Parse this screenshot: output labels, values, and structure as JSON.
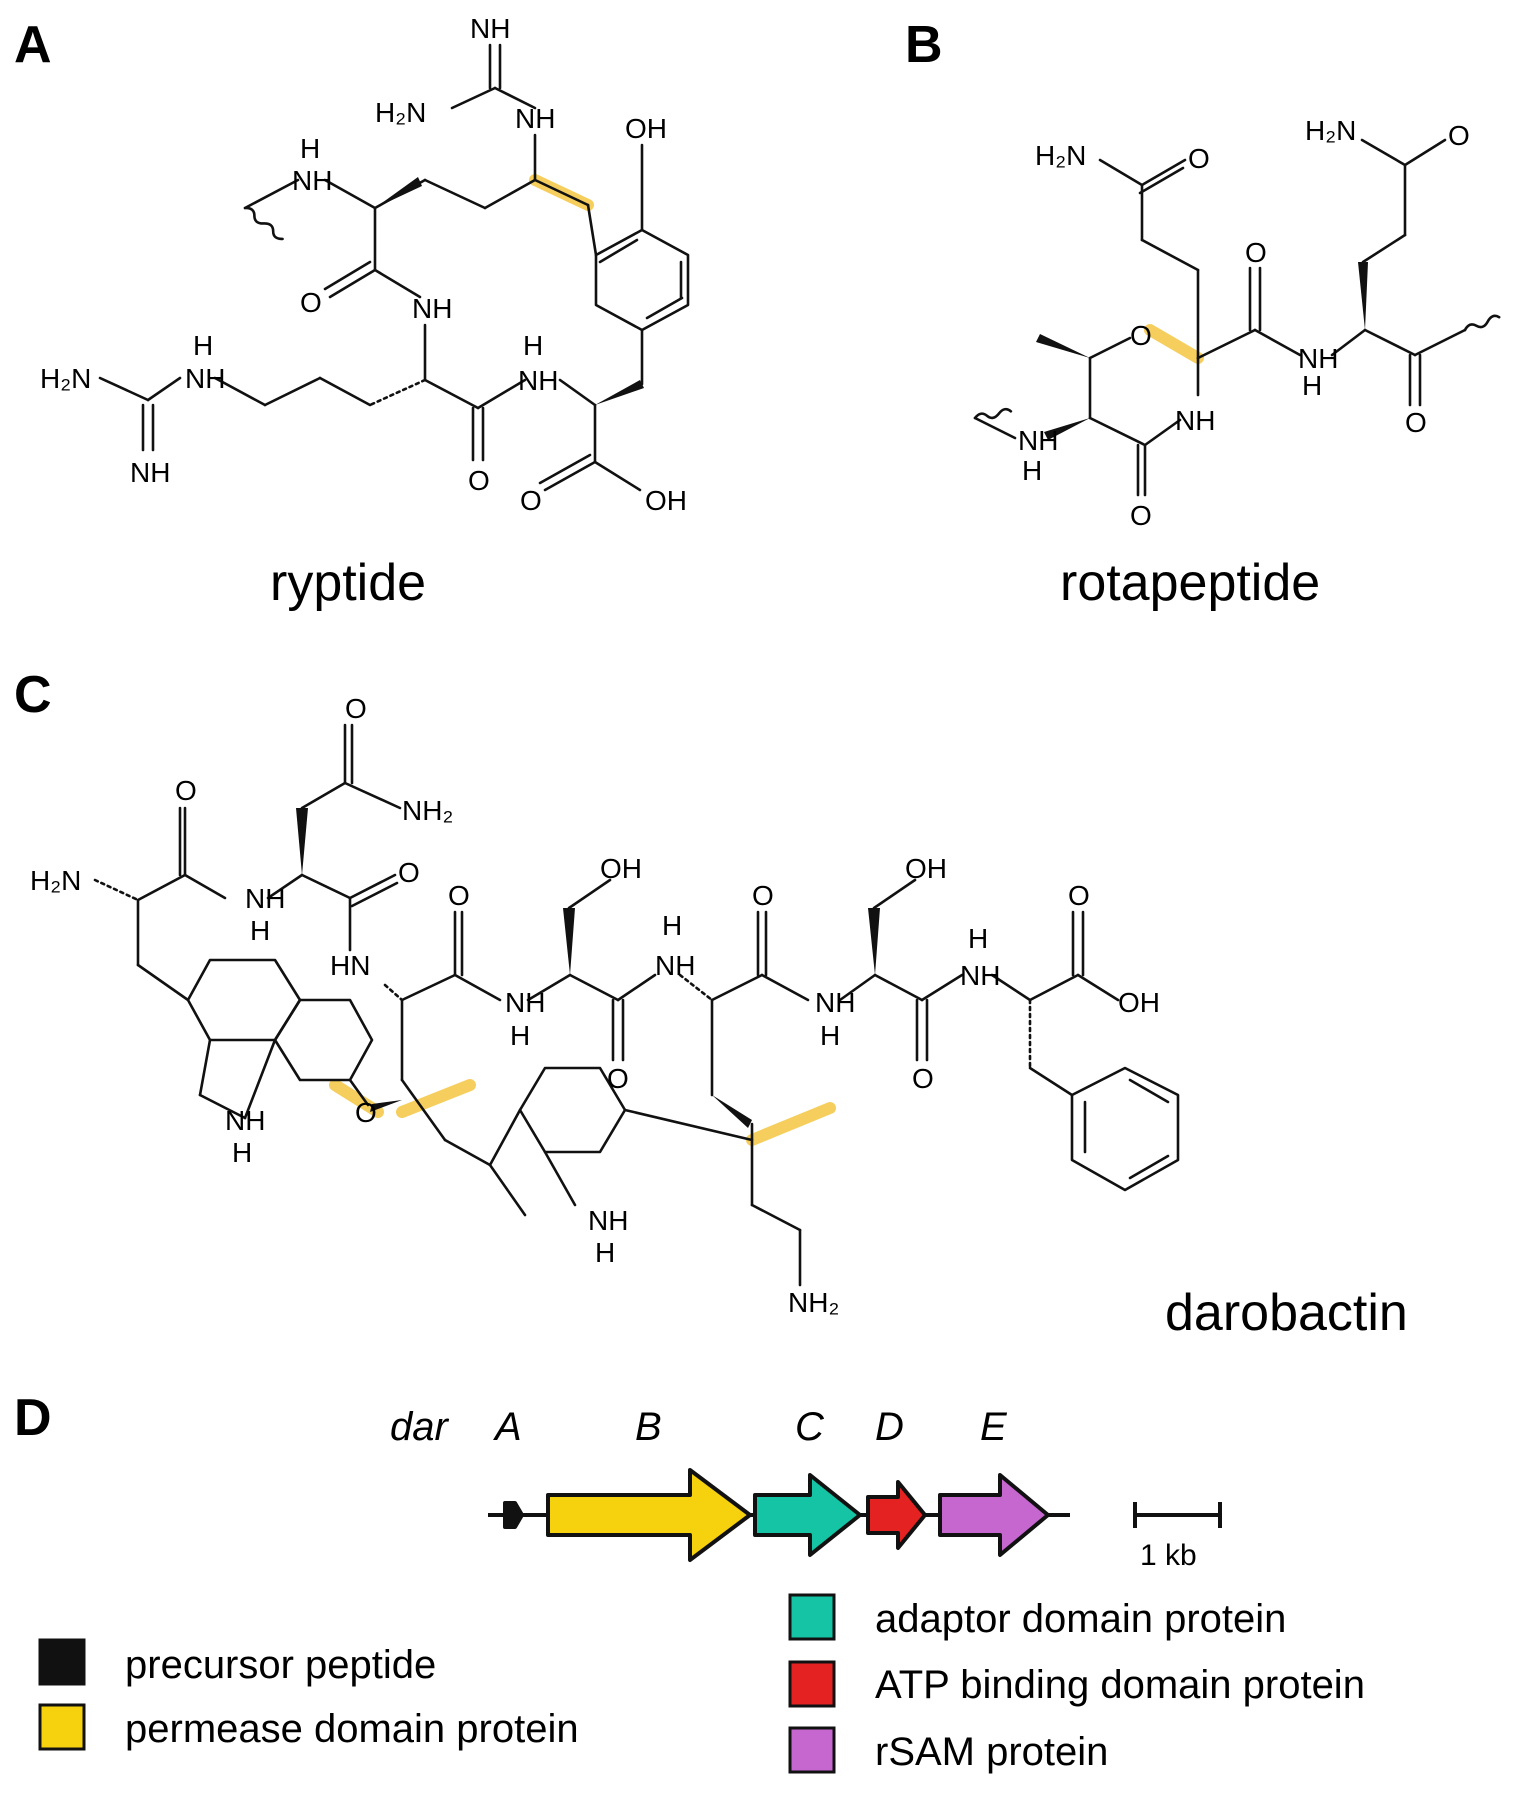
{
  "panels": {
    "a": "A",
    "b": "B",
    "c": "C",
    "d": "D"
  },
  "compounds": {
    "a": "ryptide",
    "b": "rotapeptide",
    "c": "darobactin"
  },
  "atoms": {
    "NH": "NH",
    "H": "H",
    "O": "O",
    "OH": "OH",
    "H2N": "H₂N",
    "NH2": "NH₂",
    "HN": "HN"
  },
  "cluster": {
    "prefix": "dar",
    "genes": [
      {
        "label": "A",
        "color": "#111111"
      },
      {
        "label": "B",
        "color": "#f6d20e"
      },
      {
        "label": "C",
        "color": "#14c4a4"
      },
      {
        "label": "D",
        "color": "#e42222"
      },
      {
        "label": "E",
        "color": "#c567cf"
      }
    ],
    "scale_label": "1 kb"
  },
  "legend": [
    {
      "label": "precursor peptide",
      "color": "#111111"
    },
    {
      "label": "permease domain protein",
      "color": "#f6d20e"
    },
    {
      "label": "adaptor domain protein",
      "color": "#14c4a4"
    },
    {
      "label": "ATP binding domain protein",
      "color": "#e42222"
    },
    {
      "label": "rSAM protein",
      "color": "#c567cf"
    }
  ],
  "highlight_color": "#f5c542"
}
